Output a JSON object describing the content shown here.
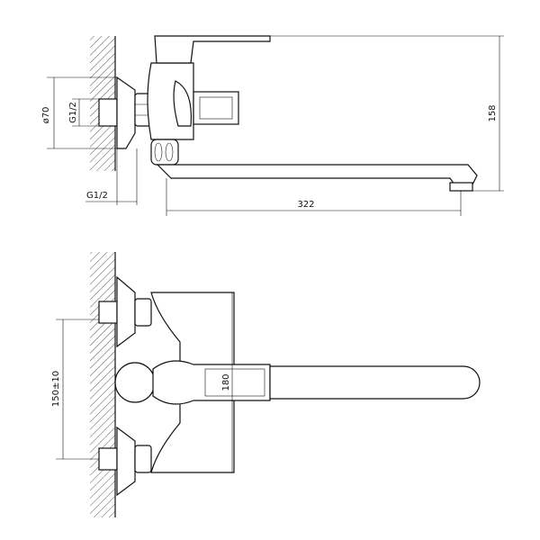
{
  "side_view": {
    "dim_flange_diameter": "ø70",
    "dim_inlet_thread": "G1/2",
    "dim_outlet_thread": "G1/2",
    "dim_spout_length": "322",
    "dim_height": "158"
  },
  "front_view": {
    "dim_inlet_spacing": "150±10",
    "dim_body_height": "180"
  }
}
